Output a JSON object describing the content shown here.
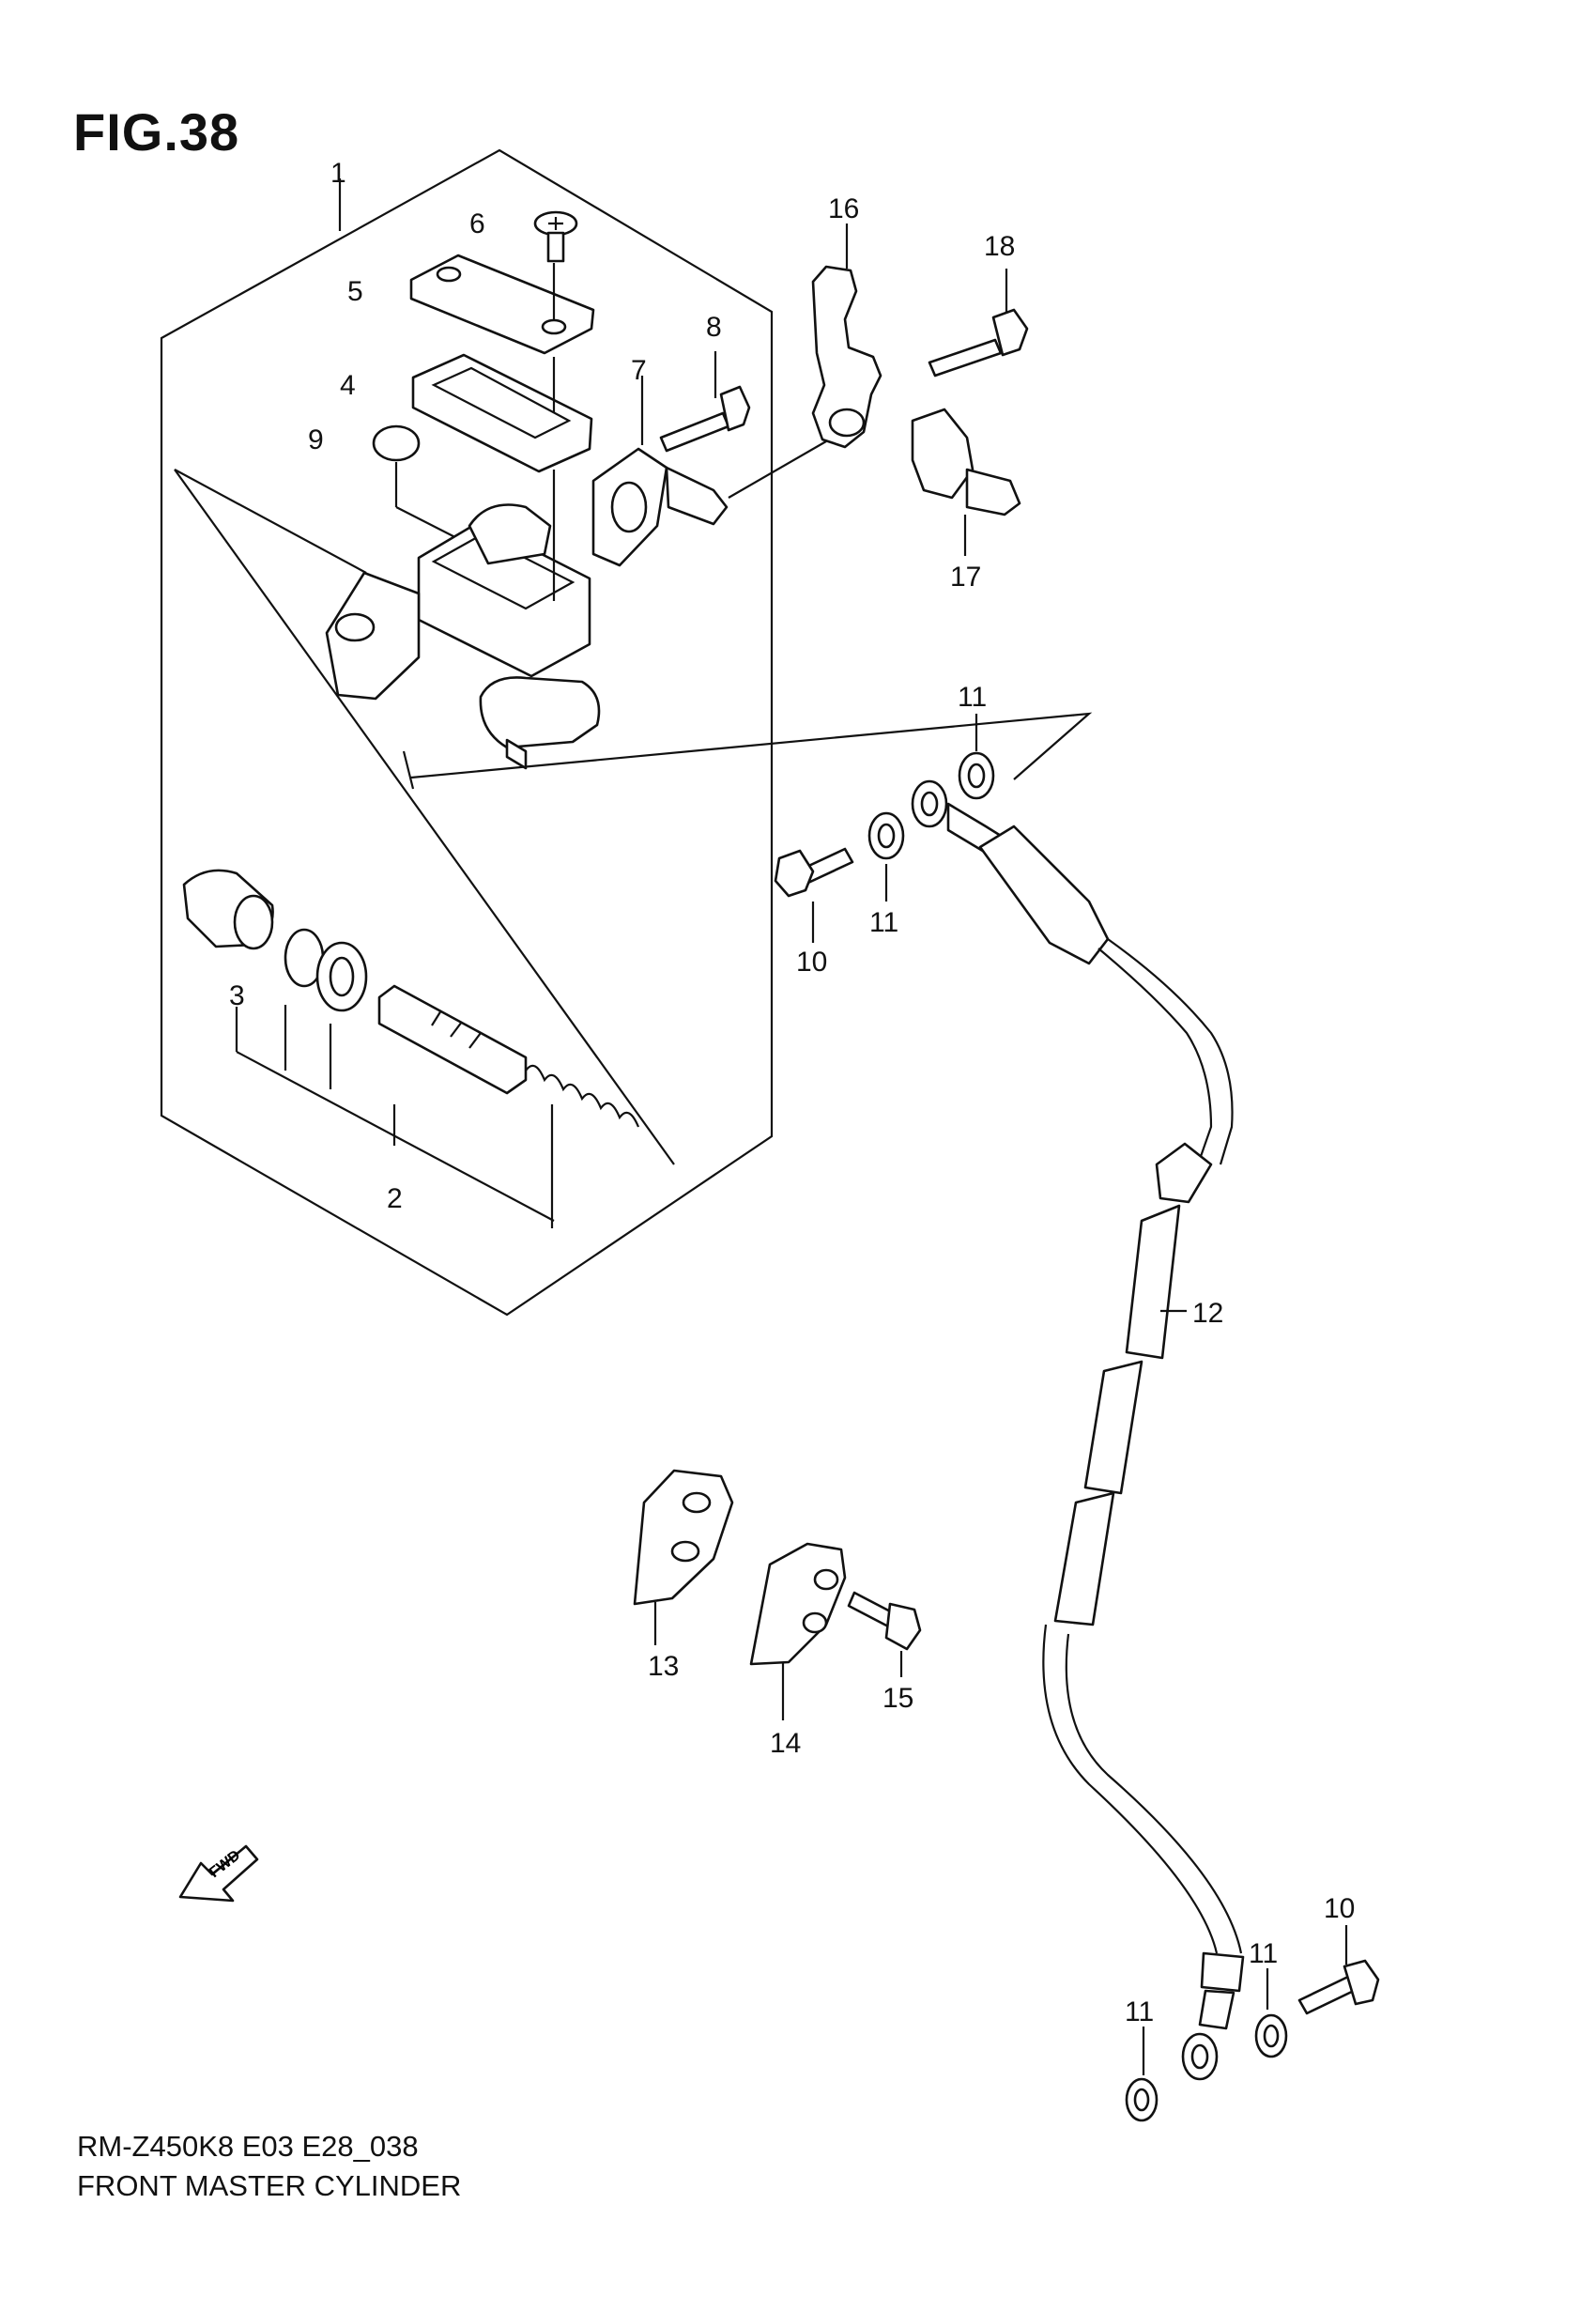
{
  "figure": {
    "title": "FIG.38",
    "model_code": "RM-Z450K8 E03 E28_038",
    "name": "FRONT MASTER CYLINDER"
  },
  "fwd_badge": "FWD",
  "callouts": [
    {
      "id": "c1",
      "text": "1"
    },
    {
      "id": "c2",
      "text": "2"
    },
    {
      "id": "c3",
      "text": "3"
    },
    {
      "id": "c4",
      "text": "4"
    },
    {
      "id": "c5",
      "text": "5"
    },
    {
      "id": "c6",
      "text": "6"
    },
    {
      "id": "c7",
      "text": "7"
    },
    {
      "id": "c8",
      "text": "8"
    },
    {
      "id": "c9",
      "text": "9"
    },
    {
      "id": "c10a",
      "text": "10"
    },
    {
      "id": "c10b",
      "text": "10"
    },
    {
      "id": "c11a",
      "text": "11"
    },
    {
      "id": "c11b",
      "text": "11"
    },
    {
      "id": "c11c",
      "text": "11"
    },
    {
      "id": "c11d",
      "text": "11"
    },
    {
      "id": "c12",
      "text": "12"
    },
    {
      "id": "c13",
      "text": "13"
    },
    {
      "id": "c14",
      "text": "14"
    },
    {
      "id": "c15",
      "text": "15"
    },
    {
      "id": "c16",
      "text": "16"
    },
    {
      "id": "c17",
      "text": "17"
    },
    {
      "id": "c18",
      "text": "18"
    }
  ]
}
